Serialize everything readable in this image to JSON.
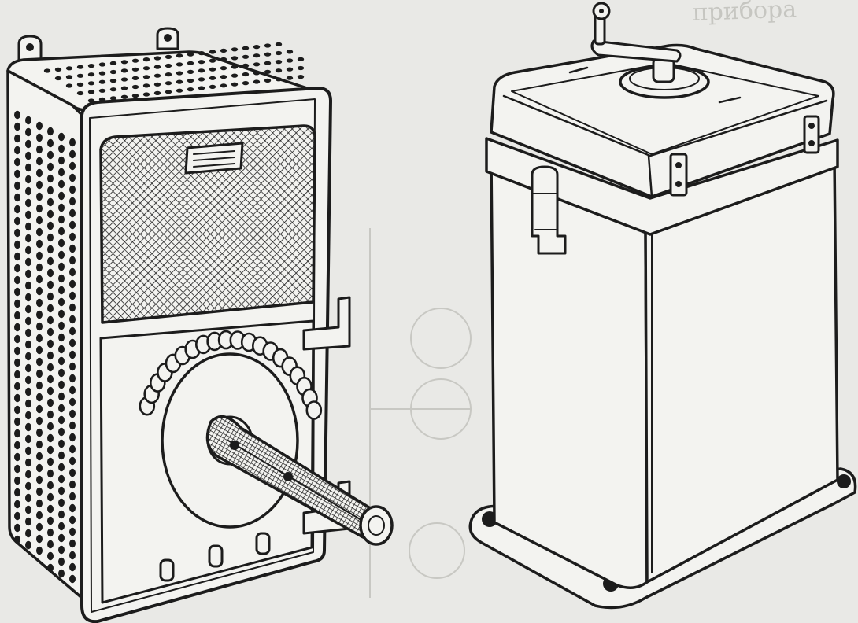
{
  "figure": {
    "background": "#e9e9e6",
    "paper": "#f3f3f0",
    "ink": "#1c1c1c",
    "show_through_ink": "#bdbdb8",
    "watermark_text": "прибора"
  },
  "objects": [
    {
      "name": "rheostat-box",
      "icon": "perforated-box-with-crank"
    },
    {
      "name": "cylindrical-case",
      "icon": "box-with-top-crank"
    }
  ]
}
